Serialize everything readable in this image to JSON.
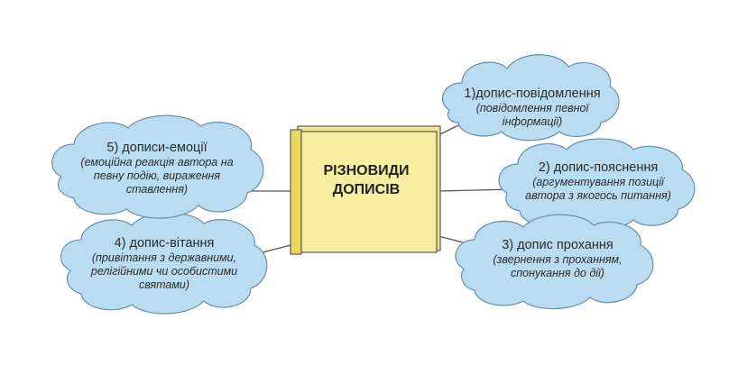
{
  "center": {
    "line1": "РІЗНОВИДИ",
    "line2": "ДОПИСІВ"
  },
  "nodes": [
    {
      "id": "1",
      "title": "1)допис-повідомлення",
      "desc_lines": [
        "(повідомлення певної",
        "інформації)"
      ]
    },
    {
      "id": "2",
      "title": "2) допис-пояснення",
      "desc_lines": [
        "(аргументування позиції",
        "автора з якогось питання)"
      ]
    },
    {
      "id": "3",
      "title": "3) допис прохання",
      "desc_lines": [
        "(звернення з проханням,",
        "спонукання до дії)"
      ]
    },
    {
      "id": "4",
      "title": "4) допис-вітання",
      "desc_lines": [
        "(привітання з державними,",
        "релігійними чи особистими",
        "святами)"
      ]
    },
    {
      "id": "5",
      "title": "5) дописи-емоції",
      "desc_lines": [
        "(емоційна реакція автора на",
        "певну подію, вираження",
        "ставлення)"
      ]
    }
  ],
  "colors": {
    "cloud_fill": "#b9dcf0",
    "cloud_stroke": "#6a8fa8",
    "book_fill": "#f6eea0",
    "book_spine": "#e9d85a",
    "book_stroke": "#5a5a5a",
    "connector": "#555555"
  }
}
